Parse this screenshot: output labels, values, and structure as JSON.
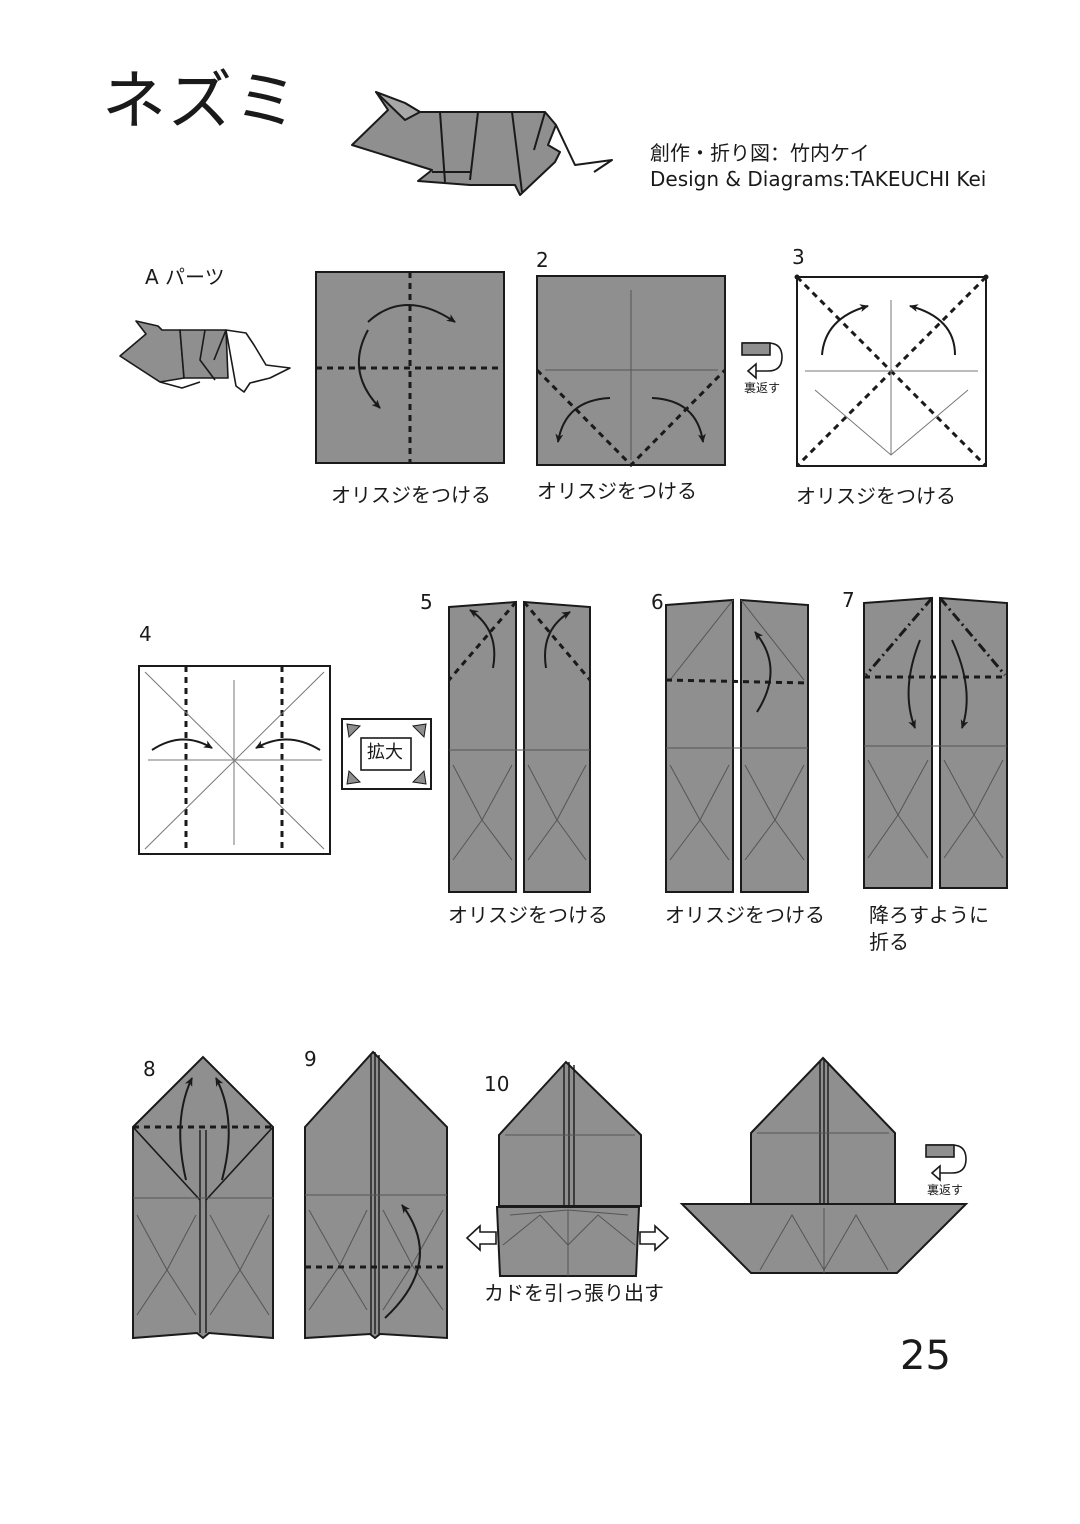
{
  "header": {
    "title": "ネズミ",
    "credit_ja": "創作・折り図：竹内ケイ",
    "credit_en": "Design & Diagrams:TAKEUCHI Kei"
  },
  "part_label": "A パーツ",
  "steps": [
    {
      "number": "",
      "caption": "オリスジをつける"
    },
    {
      "number": "2",
      "caption": "オリスジをつける"
    },
    {
      "number": "3",
      "caption": "オリスジをつける"
    },
    {
      "number": "4",
      "caption": ""
    },
    {
      "number": "5",
      "caption": "オリスジをつける"
    },
    {
      "number": "6",
      "caption": "オリスジをつける"
    },
    {
      "number": "7",
      "caption": "降ろすように",
      "caption2": "折る"
    },
    {
      "number": "8",
      "caption": ""
    },
    {
      "number": "9",
      "caption": ""
    },
    {
      "number": "10",
      "caption": "カドを引っ張り出す"
    }
  ],
  "symbols": {
    "turn_over": "裏返す",
    "enlarge": "拡大"
  },
  "page_number": "25",
  "colors": {
    "paper": "#8f8f8f",
    "paper_white": "#ffffff",
    "line": "#1a1a1a",
    "crease": "#5a5a5a"
  }
}
